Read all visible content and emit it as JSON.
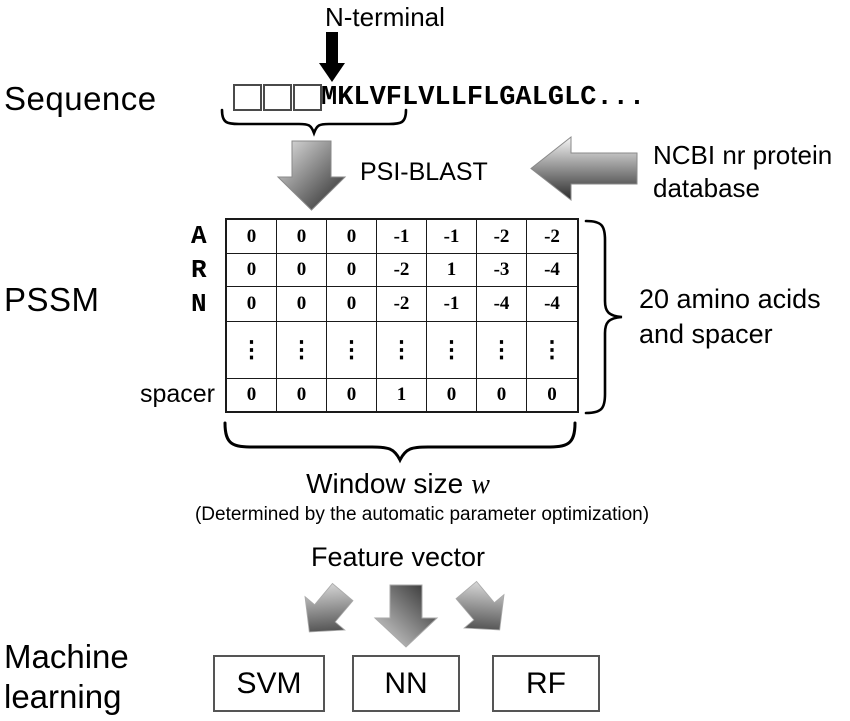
{
  "figure": {
    "n_terminal": "N-terminal",
    "sequence_label": "Sequence",
    "sequence_text": "MKLVFLVLLFLGALGLC...",
    "psi_blast": "PSI-BLAST",
    "ncbi": {
      "line1": "NCBI nr protein",
      "line2": "database"
    },
    "pssm_label": "PSSM",
    "amino_note": {
      "line1": "20 amino acids",
      "line2": "and spacer"
    },
    "window": {
      "label": "Window size",
      "symbol": "w",
      "note": "(Determined by the automatic parameter optimization)"
    },
    "feature_vector": "Feature vector",
    "machine_learning": {
      "line1": "Machine",
      "line2": "learning"
    }
  },
  "pssm_table": {
    "row_labels": [
      "A",
      "R",
      "N",
      "",
      "spacer"
    ],
    "rows": [
      [
        "0",
        "0",
        "0",
        "-1",
        "-1",
        "-2",
        "-2"
      ],
      [
        "0",
        "0",
        "0",
        "-2",
        "1",
        "-3",
        "-4"
      ],
      [
        "0",
        "0",
        "0",
        "-2",
        "-1",
        "-4",
        "-4"
      ],
      [
        "⋮",
        "⋮",
        "⋮",
        "⋮",
        "⋮",
        "⋮",
        "⋮"
      ],
      [
        "0",
        "0",
        "0",
        "1",
        "0",
        "0",
        "0"
      ]
    ]
  },
  "classifiers": [
    {
      "label": "SVM"
    },
    {
      "label": "NN"
    },
    {
      "label": "RF"
    }
  ],
  "colors": {
    "ink": "#000000",
    "arrow_light": "#ededed",
    "arrow_dark": "#2e2e2e",
    "box_border": "#555555"
  }
}
